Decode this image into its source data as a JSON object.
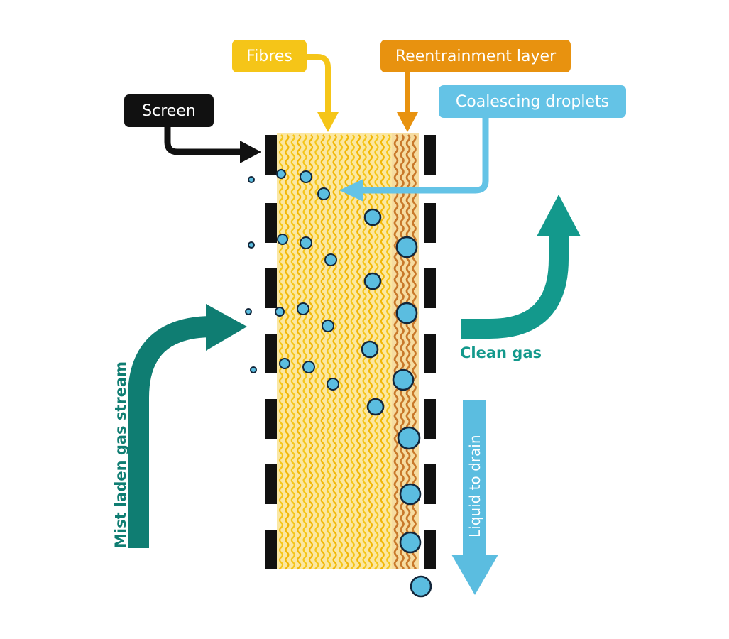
{
  "labels": {
    "fibres": "Fibres",
    "reentrainment": "Reentrainment layer",
    "screen": "Screen",
    "coalescing": "Coalescing droplets",
    "mist_stream": "Mist laden gas stream",
    "clean_gas": "Clean gas",
    "liquid_drain": "Liquid to drain"
  },
  "colors": {
    "fibre_yellow": "#f5c518",
    "fibre_dark": "#f2b705",
    "bed_fill": "#fbe7a1",
    "reentrainment_orange": "#e8920f",
    "reentrainment_fibre": "#c8782a",
    "screen_black": "#111111",
    "droplet_blue": "#5bbde0",
    "coalescing_blue": "#64c3e6",
    "flow_teal": "#0f7d72",
    "clean_teal": "#13998c",
    "drain_blue": "#5bbde0"
  },
  "icons": {
    "inlet_arrow": "curved-arrow-up-right",
    "outlet_arrow": "curved-arrow-up",
    "drain_arrow": "arrow-down"
  }
}
